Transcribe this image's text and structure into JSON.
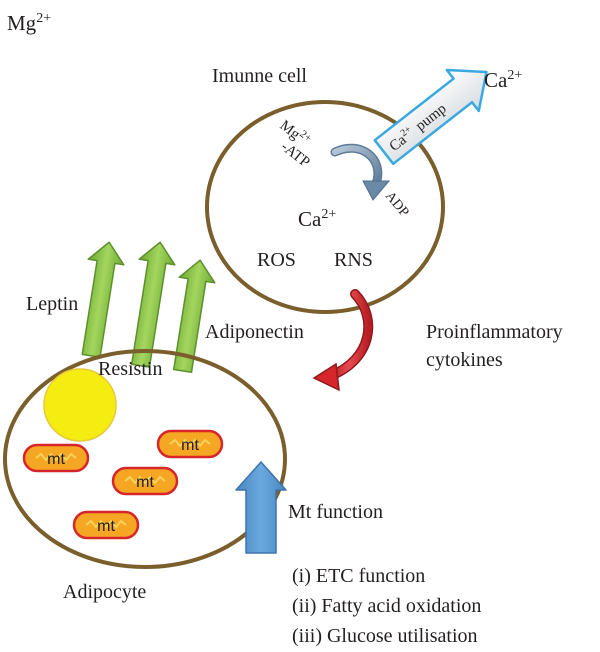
{
  "corner_ion": {
    "base": "Mg",
    "charge": "2+"
  },
  "immune_cell": {
    "title": "Imunne cell",
    "mg_atp": {
      "mg": "Mg",
      "charge": "2+",
      "atp": "-ATP"
    },
    "adp": "ADP",
    "ca_inside": {
      "base": "Ca",
      "charge": "2+"
    },
    "ros": "ROS",
    "rns": "RNS"
  },
  "ca_pump": {
    "label_ca": "Ca",
    "label_charge": "2+",
    "label_pump": "pump",
    "output_ion": {
      "base": "Ca",
      "charge": "2+"
    }
  },
  "proinflammatory": {
    "line1": "Proinflammatory",
    "line2": "cytokines"
  },
  "adipocyte": {
    "title": "Adipocyte",
    "mitochondria": [
      "mt",
      "mt",
      "mt",
      "mt"
    ]
  },
  "secreted": {
    "leptin": "Leptin",
    "resistin": "Resistin",
    "adiponectin": "Adiponectin"
  },
  "mt_function": {
    "title": "Mt function",
    "items": [
      "(i) ETC function",
      "(ii) Fatty acid oxidation",
      "(iii) Glucose utilisation"
    ]
  },
  "colors": {
    "cell_border": "#7a5e2c",
    "green_arrow": "#8dc63f",
    "blue_arrow": "#5b9bd5",
    "red_arrow": "#d7262b",
    "lipid_droplet": "#f5ec12",
    "mito_fill": "#f5a623",
    "mito_border": "#d7262b"
  }
}
